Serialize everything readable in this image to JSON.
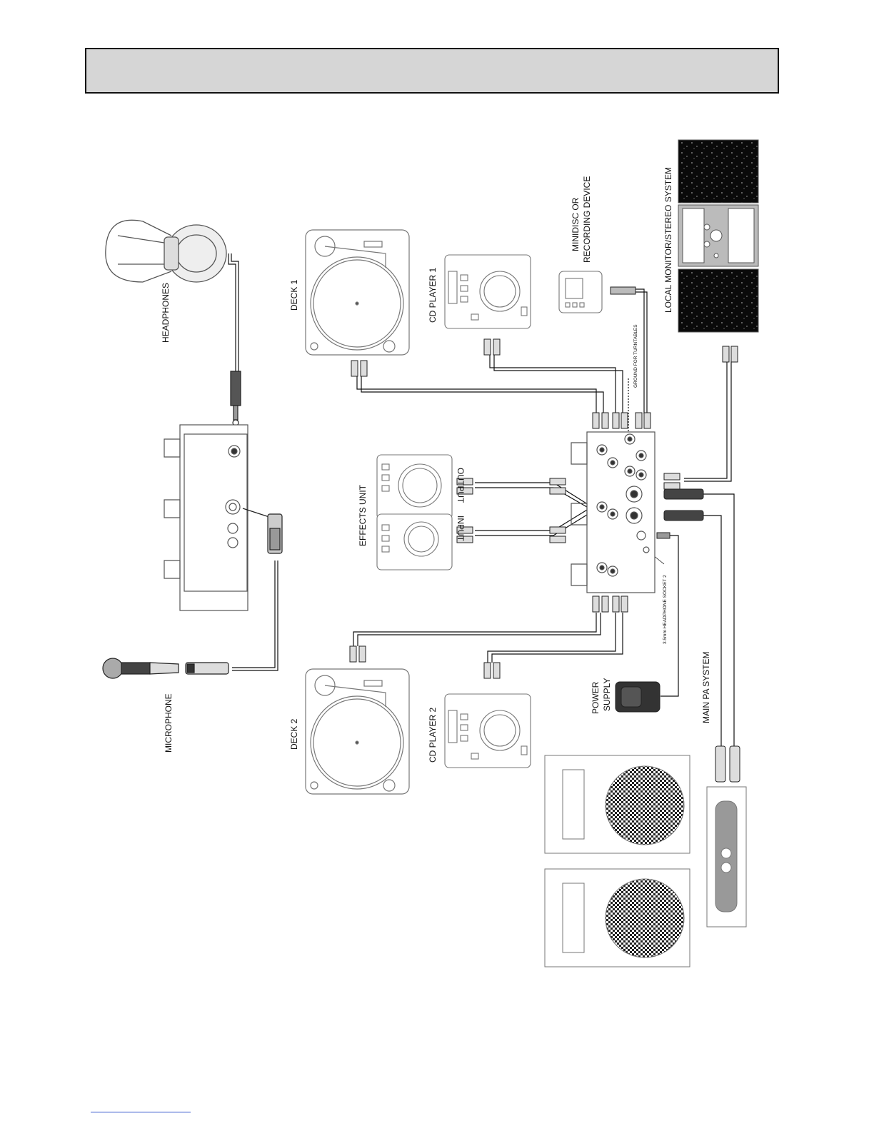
{
  "labels": {
    "headphones": "HEADPHONES",
    "microphone": "MICROPHONE",
    "deck1": "DECK 1",
    "deck2": "DECK 2",
    "cd_player1": "CD PLAYER 1",
    "cd_player2": "CD PLAYER 2",
    "effects_unit": "EFFECTS UNIT",
    "effects_input": "INPUT",
    "effects_output": "OUTPUT",
    "minidisc_line1": "MINIDISC OR",
    "minidisc_line2": "RECORDING DEVICE",
    "local_monitor": "LOCAL MONITOR/STEREO SYSTEM",
    "ground": "GROUND FOR TURNTABLES",
    "headphone_socket2": "3.5mm HEADPHONE SOCKET 2",
    "power_line1": "POWER",
    "power_line2": "SUPPLY",
    "main_pa": "MAIN PA SYSTEM"
  },
  "colors": {
    "header_band": "#d6d6d6",
    "line": "#111111",
    "device_outline": "#777777"
  }
}
